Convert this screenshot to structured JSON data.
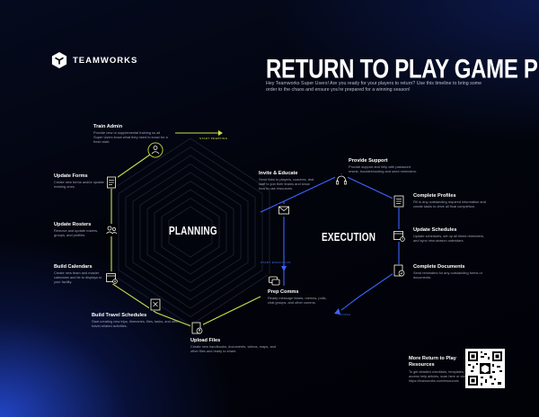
{
  "brand": {
    "name": "TEAMWORKS"
  },
  "title": "RETURN TO PLAY GAME PLAN",
  "intro": "Hey Teamworks Super Users! Are you ready for your players to return? Use this timeline to bring some order to the chaos and ensure you're prepared for a winning season!",
  "colors": {
    "planning": "#c8e24a",
    "execution": "#3b63ff",
    "accent_blue": "#2a5bff"
  },
  "markers": {
    "start_planning": "START PREPPING",
    "start_execution": "START EXECUTION",
    "finish": "FINISH"
  },
  "planning": {
    "label": "PLANNING",
    "steps": [
      {
        "title": "Train Admin",
        "desc": "Provide new or supplemental training so all Super Users know what they need to know for a fresh start.",
        "icon": "people-icon"
      },
      {
        "title": "Update Forms",
        "desc": "Create new forms and/or update existing ones.",
        "icon": "form-icon"
      },
      {
        "title": "Update Rosters",
        "desc": "Remove and update rosters, groups, and profiles.",
        "icon": "roster-icon"
      },
      {
        "title": "Build Calendars",
        "desc": "Create new team and master calendars and tie to displays in your facility.",
        "icon": "calendar-icon"
      },
      {
        "title": "Build Travel Schedules",
        "desc": "Start creating new trips, itineraries, files, tasks, and other travel-related activities.",
        "icon": "travel-icon"
      },
      {
        "title": "Upload Files",
        "desc": "Create new handbooks, documents, videos, maps, and other files and ready to share.",
        "icon": "upload-icon"
      }
    ]
  },
  "execution": {
    "label": "EXECUTION",
    "steps": [
      {
        "title": "Prep Comms",
        "desc": "Ready message blasts, memos, polls, chat groups, and other comms.",
        "icon": "comms-icon"
      },
      {
        "title": "Invite & Educate",
        "desc": "Send links to players, coaches, and staff to join their teams and show how to use resources.",
        "icon": "invite-icon"
      },
      {
        "title": "Provide Support",
        "desc": "Provide support and help with password resets, troubleshooting and send reminders.",
        "icon": "support-icon"
      },
      {
        "title": "Complete Profiles",
        "desc": "Fill in any outstanding required information and create tasks to drive all final completion.",
        "icon": "profile-icon"
      },
      {
        "title": "Update Schedules",
        "desc": "Update schedules, set up all timed reminders, and sync new-season calendars.",
        "icon": "schedule-icon"
      },
      {
        "title": "Complete Documents",
        "desc": "Send reminders for any outstanding forms or documents.",
        "icon": "document-icon"
      }
    ]
  },
  "more": {
    "title": "More Return to Play Resources",
    "desc": "To get detailed checklists, templates, and access help articles, scan here or visit https://teamworks.com/resources"
  }
}
